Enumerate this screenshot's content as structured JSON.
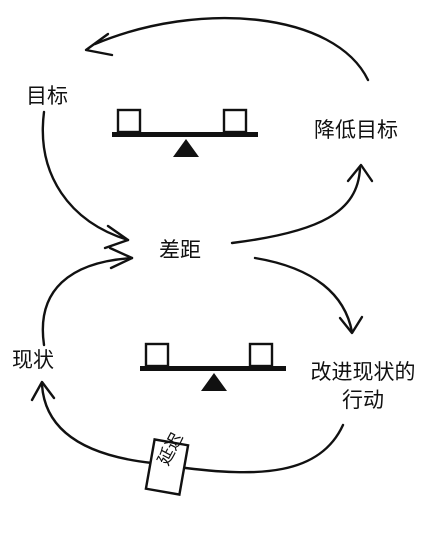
{
  "labels": {
    "goal": "目标",
    "lower_goal": "降低目标",
    "gap": "差距",
    "current_state": "现状",
    "action_line1": "改进现状的",
    "action_line2": "行动",
    "delay": "延迟"
  },
  "colors": {
    "ink": "#111111",
    "background": "#ffffff"
  }
}
